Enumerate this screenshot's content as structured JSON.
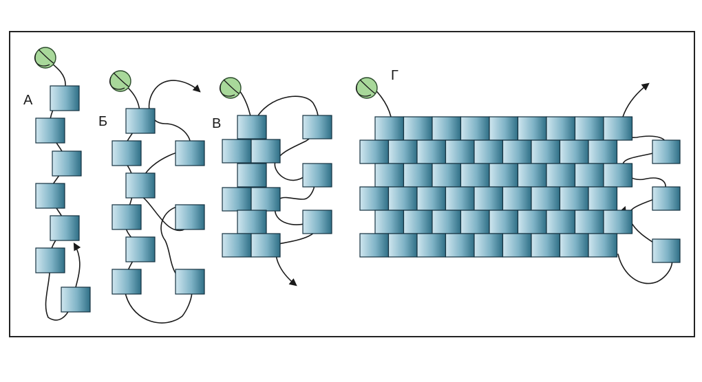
{
  "colors": {
    "bead_light": "#cfe6ef",
    "bead_mid": "#7fb3c6",
    "bead_dark": "#2f6f86",
    "bead_edge": "#14313f",
    "spool": "#a8d89a",
    "thread": "#1a1a1a",
    "frame": "#222222"
  },
  "icons": {
    "spool": "thread-spool-icon",
    "arrow": "arrow-head-icon"
  },
  "labels": {
    "a": "А",
    "b": "Б",
    "v": "В",
    "g": "Г"
  }
}
